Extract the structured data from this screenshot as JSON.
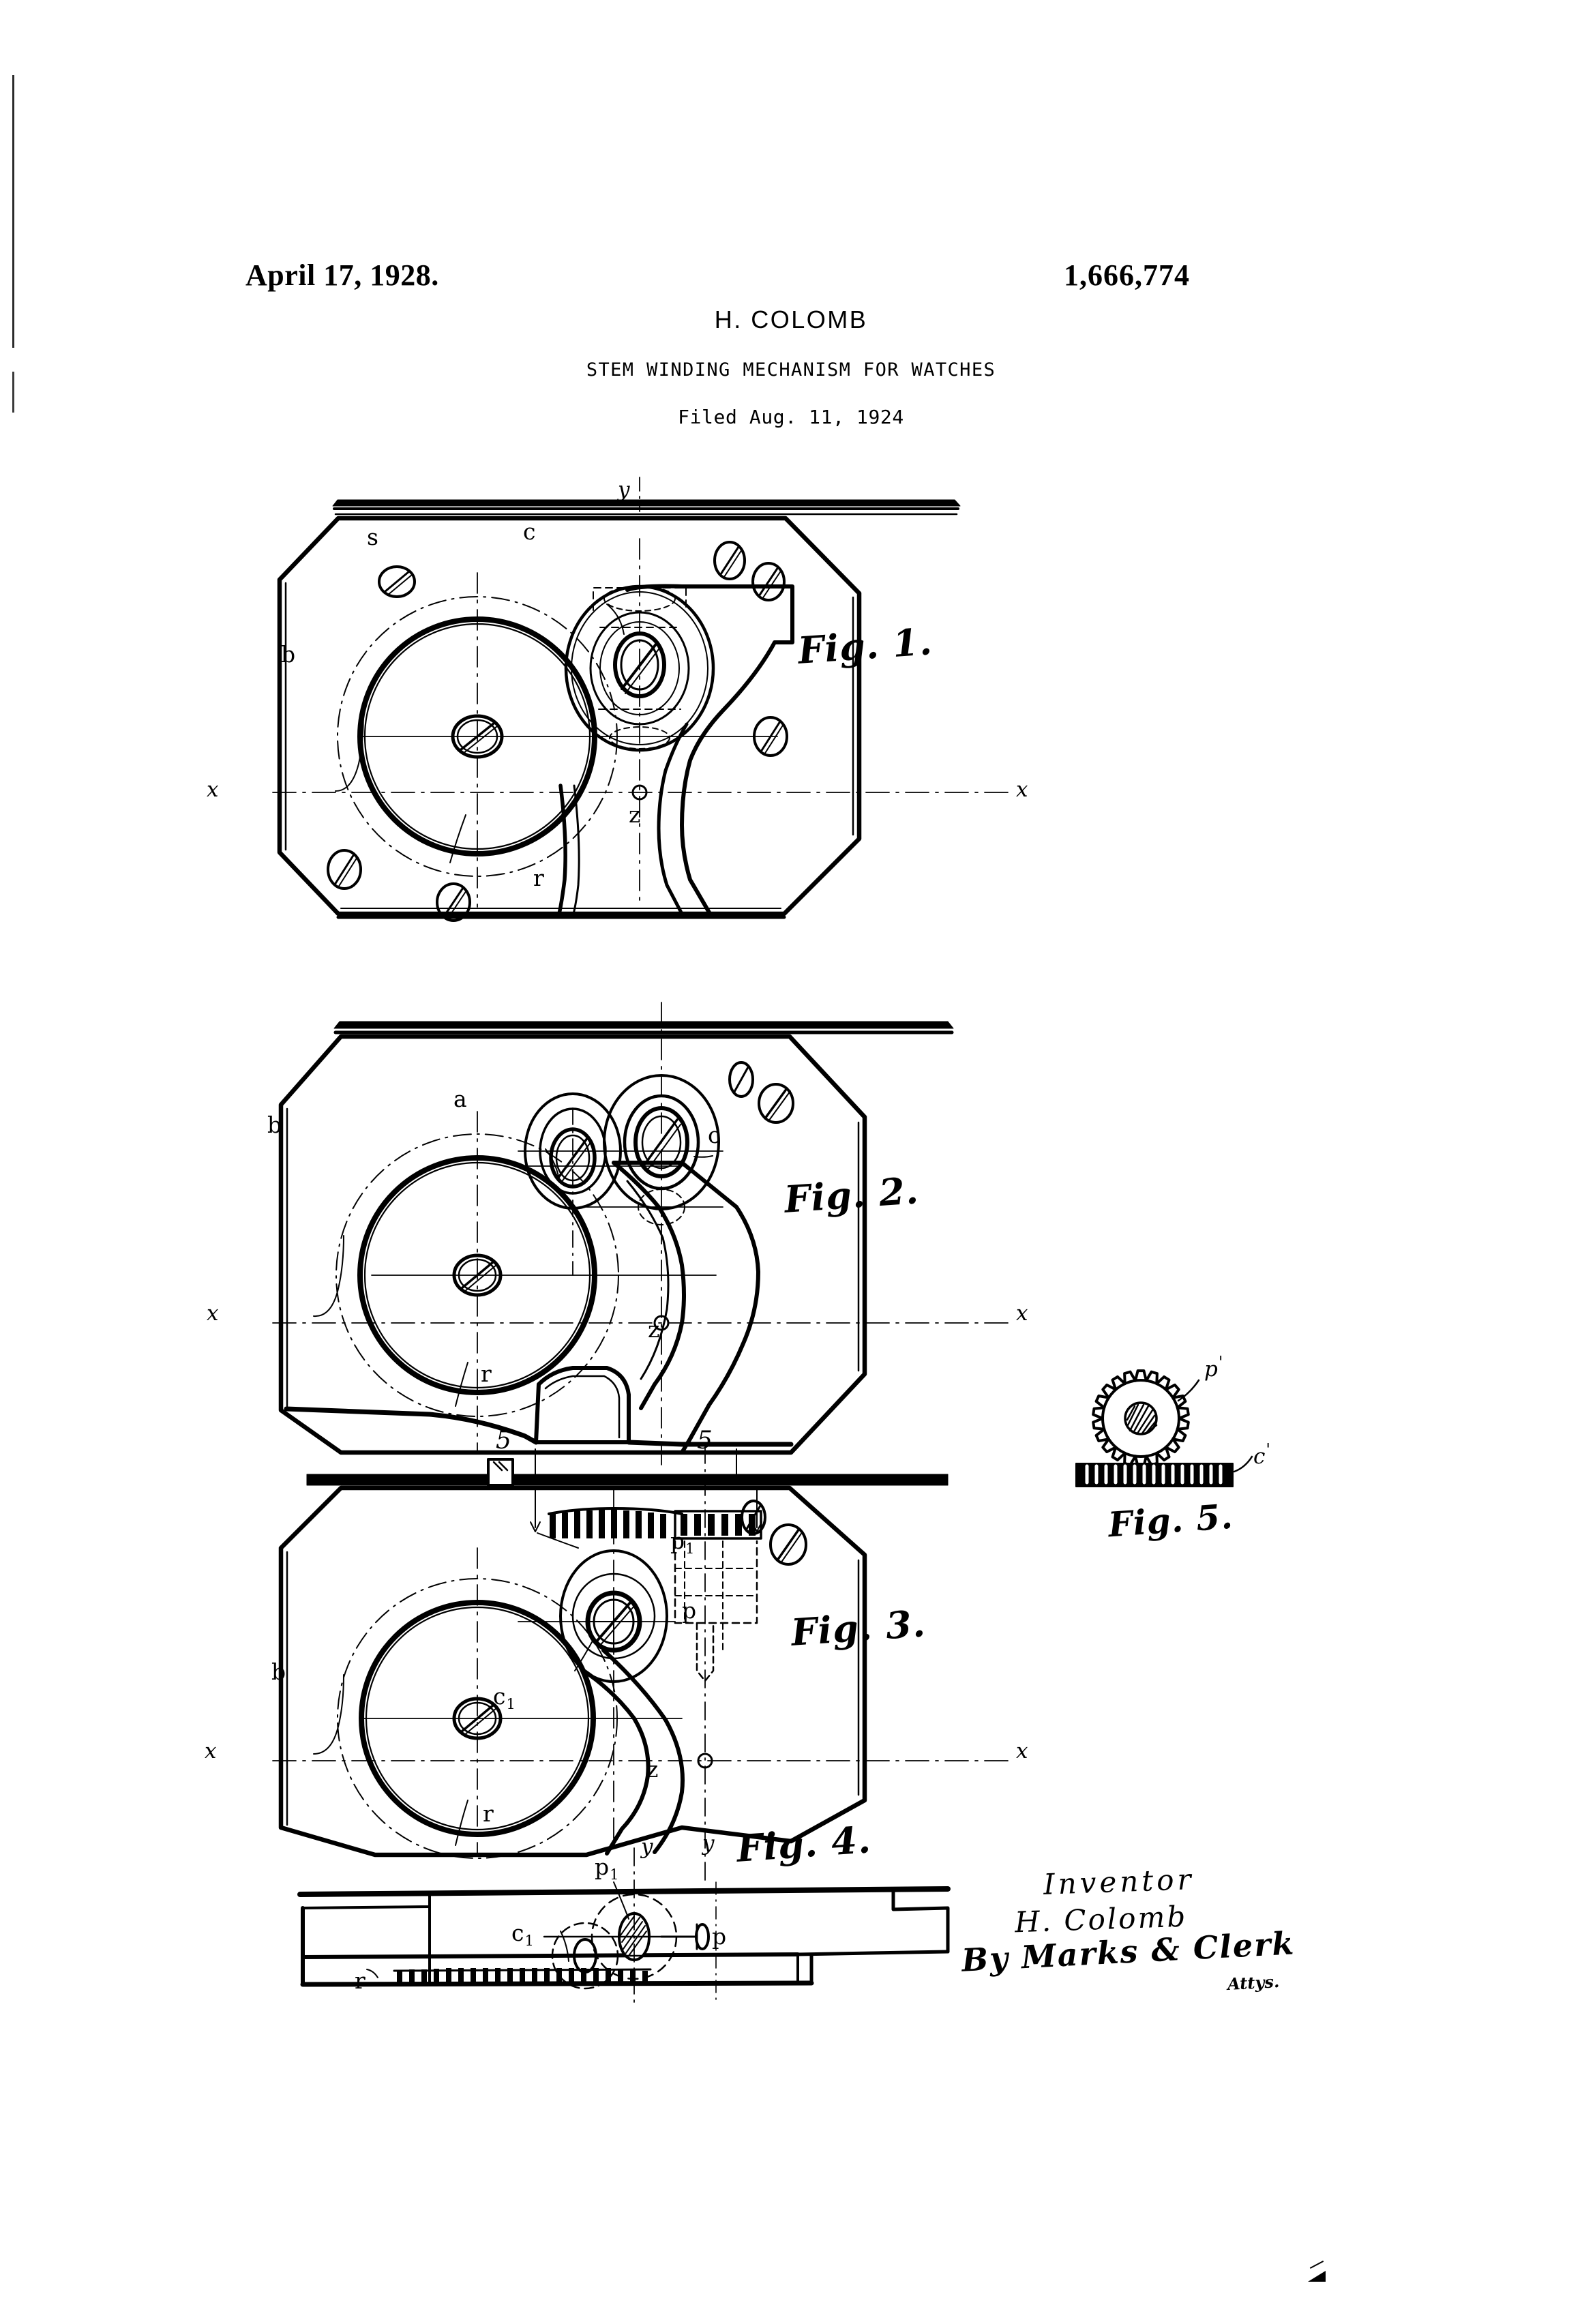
{
  "header": {
    "date": "April 17, 1928.",
    "patent_number": "1,666,774",
    "inventor": "H. COLOMB",
    "title": "STEM WINDING MECHANISM FOR WATCHES",
    "filed": "Filed Aug. 11, 1924"
  },
  "figures": {
    "fig1": {
      "caption": "Fig. 1.",
      "labels": {
        "s": "s",
        "c": "c",
        "b": "b",
        "r": "r",
        "z": "z",
        "y": "y",
        "x_left": "x",
        "x_right": "x"
      }
    },
    "fig2": {
      "caption": "Fig. 2.",
      "labels": {
        "a": "a",
        "b": "b",
        "c": "c",
        "r": "r",
        "z": "z",
        "x_left": "x",
        "x_right": "x",
        "section_left": "5",
        "section_right": "5"
      }
    },
    "fig3": {
      "caption": "Fig. 3.",
      "labels": {
        "b": "b",
        "p": "p",
        "p1": "p",
        "p1_sub": "1",
        "c1": "c",
        "c1_sub": "1",
        "r": "r",
        "z": "z",
        "x_left": "x",
        "x_right": "x",
        "section_left": "5",
        "section_right": "5",
        "y_bottom": "y"
      }
    },
    "fig4": {
      "caption": "Fig. 4.",
      "labels": {
        "p1": "p",
        "p1_sub": "1",
        "c1": "c",
        "c1_sub": "1",
        "p": "p",
        "r": "r",
        "y": "y"
      }
    },
    "fig5": {
      "caption": "Fig. 5.",
      "labels": {
        "p_prime": "p",
        "p_prime_sup": "'",
        "c_prime": "c",
        "c_prime_sup": "'"
      }
    }
  },
  "signature": {
    "inventor_word": "Inventor",
    "inventor_name": "H. Colomb",
    "by_line": "By Marks & Clerk",
    "attys": "Attys."
  },
  "colors": {
    "ink": "#000000",
    "paper": "#ffffff"
  }
}
